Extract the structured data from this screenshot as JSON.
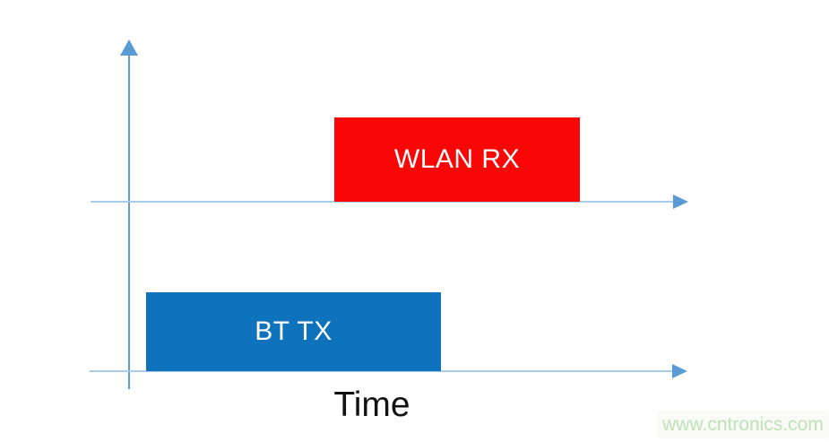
{
  "diagram": {
    "type": "timing-diagram",
    "blocks": {
      "wlan": {
        "label": "WLAN RX",
        "fill_color": "#f90606",
        "text_color": "#ffffff"
      },
      "bt": {
        "label": "BT TX",
        "fill_color": "#0e72bd",
        "text_color": "#ffffff"
      }
    },
    "axes": {
      "x_axis_label": "Time",
      "axis_line_color": "#a9cce9",
      "axis_accent_color": "#5b9bd5",
      "vertical_axis_arrow": "up-arrowhead",
      "horizontal_axis_arrow": "right-arrowhead",
      "horizontal_axis_count": 2
    },
    "watermark": {
      "text": "www.cntronics.com",
      "text_color": "#bee3b6"
    }
  }
}
